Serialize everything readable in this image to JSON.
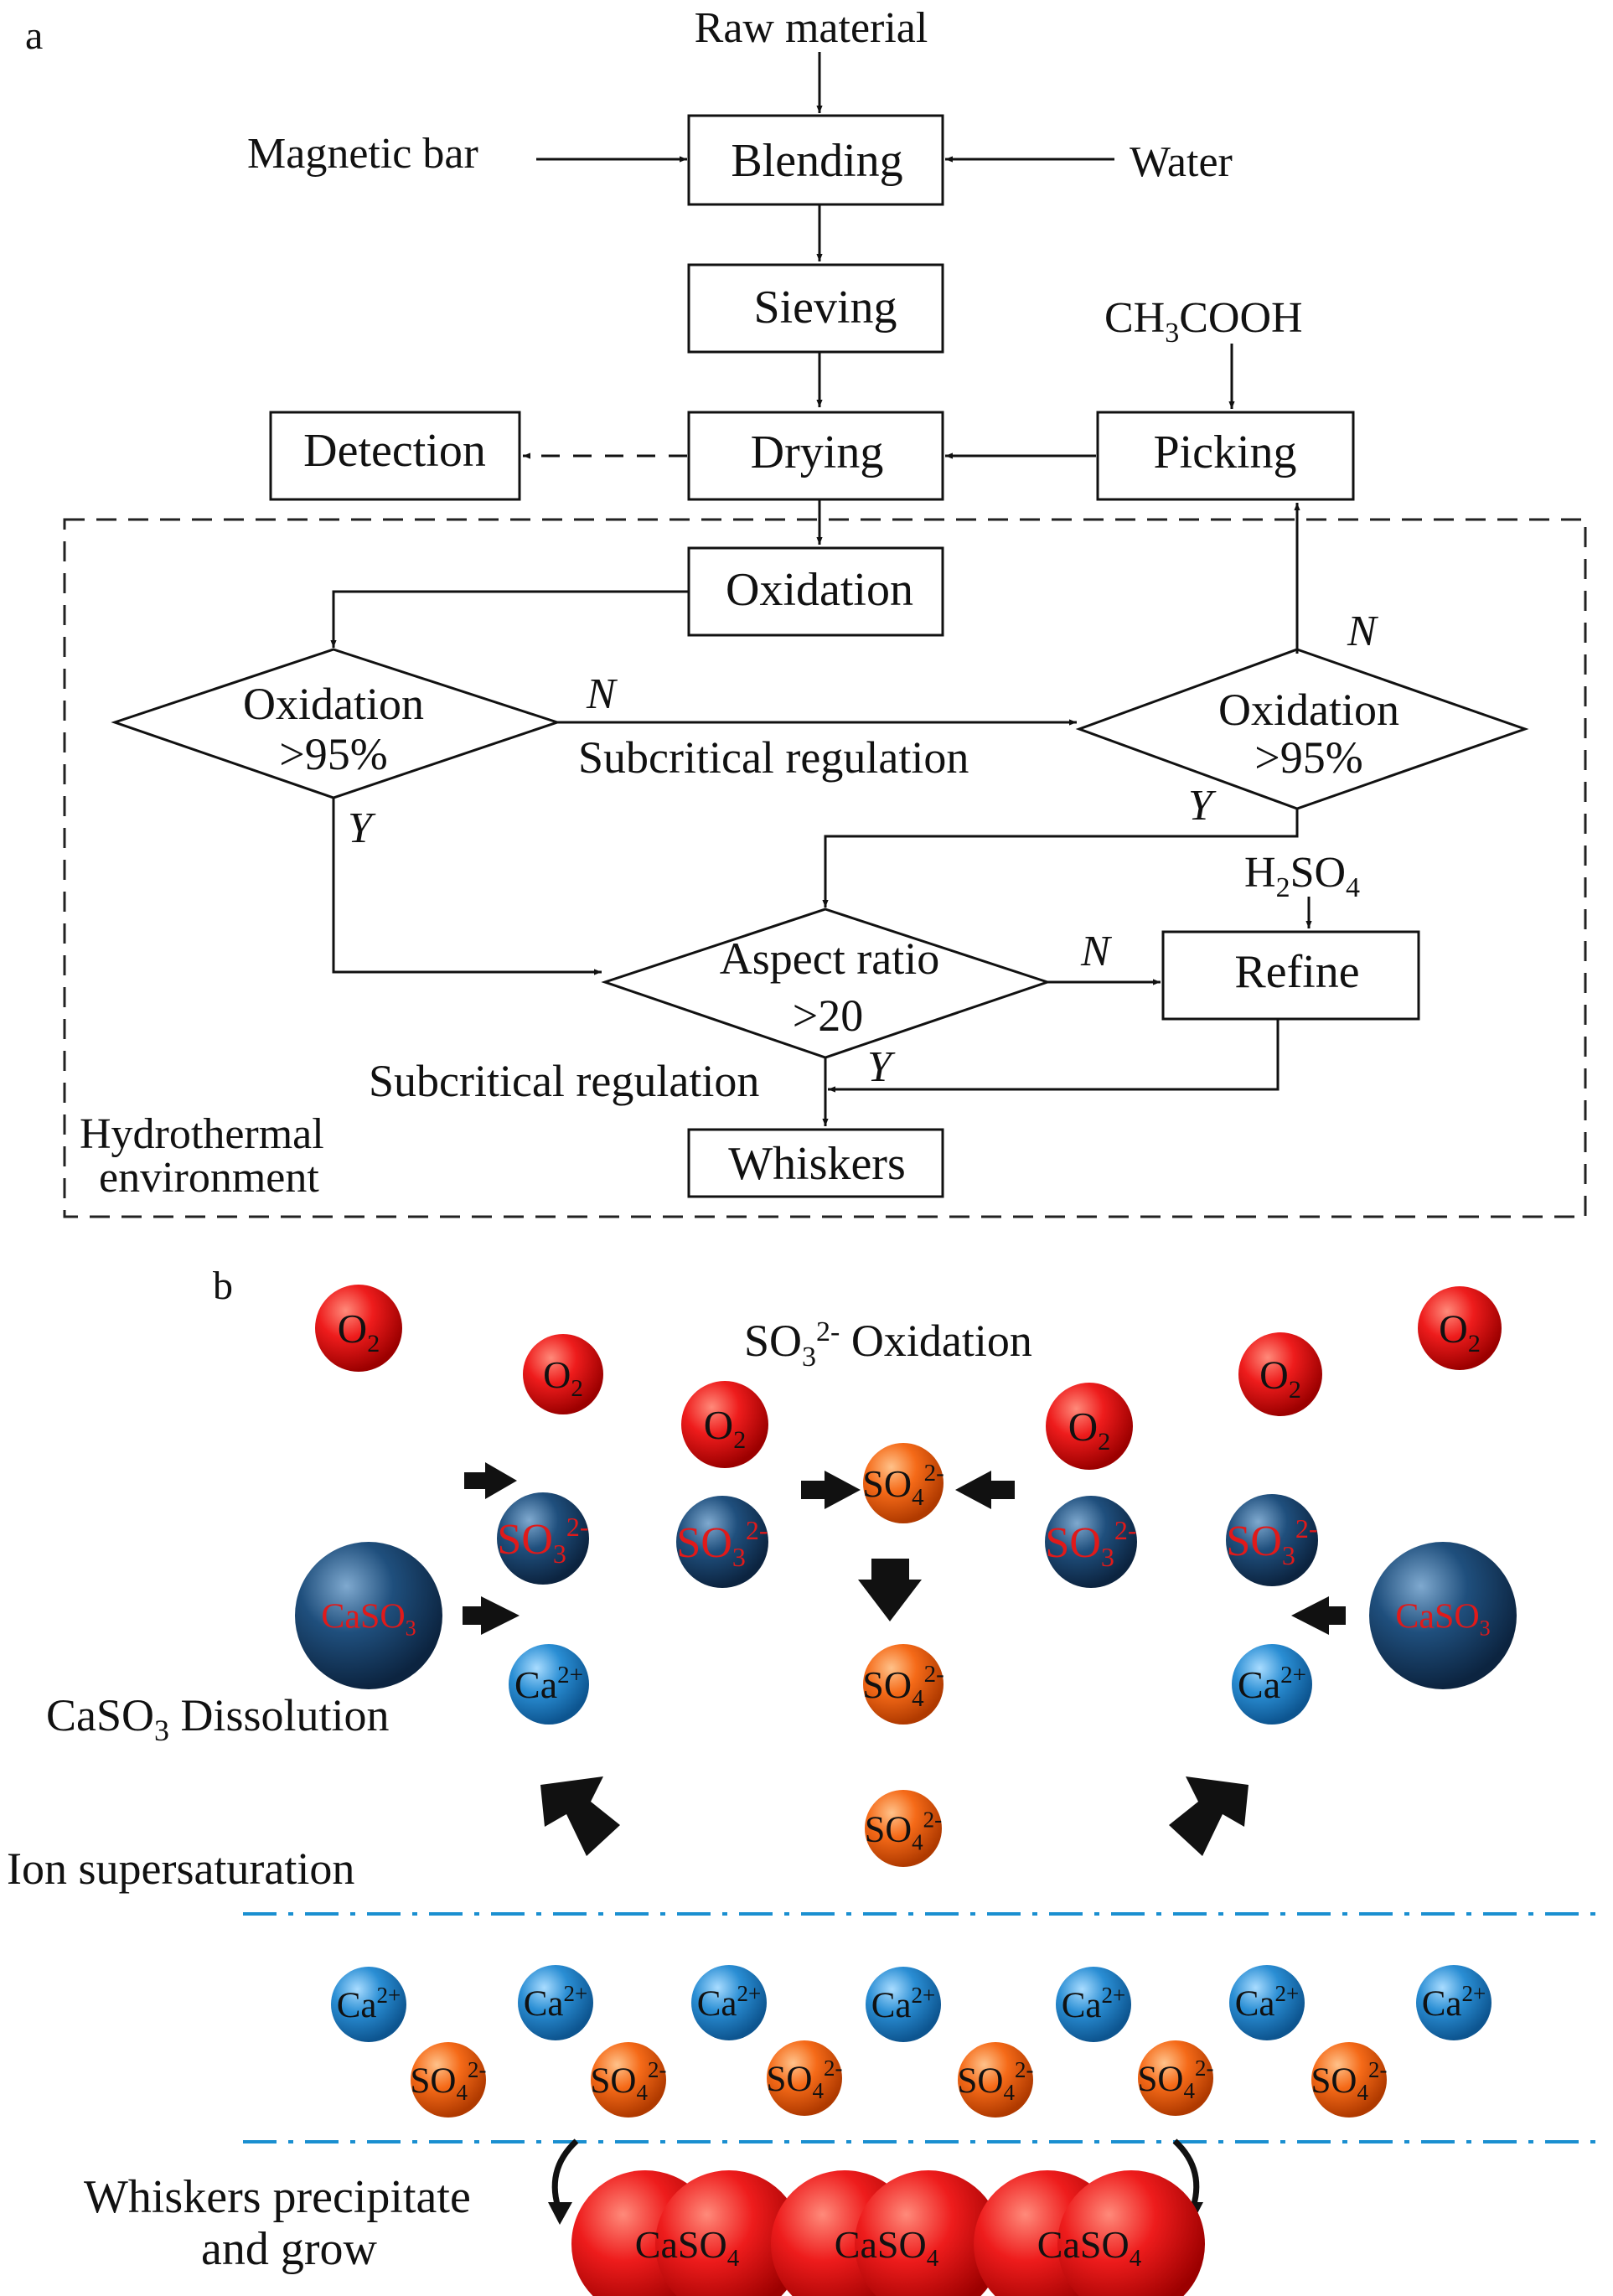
{
  "panel_a": {
    "label": "a",
    "raw_material": "Raw material",
    "magnetic_bar": "Magnetic bar",
    "water": "Water",
    "blending": "Blending",
    "sieving": "Sieving",
    "ch3cooh": {
      "a": "CH",
      "sub": "3",
      "b": "COOH"
    },
    "detection": "Detection",
    "drying": "Drying",
    "picking": "Picking",
    "oxidation_box": "Oxidation",
    "decision_1": {
      "line1": "Oxidation",
      "line2": ">95%"
    },
    "decision_2": {
      "line1": "Oxidation",
      "line2": ">95%"
    },
    "subcritical_1": "Subcritical regulation",
    "no_1": "N",
    "no_2": "N",
    "no_3": "N",
    "yes_1": "Y",
    "yes_2": "Y",
    "yes_3": "Y",
    "h2so4": {
      "a": "H",
      "sub": "2",
      "b": "SO",
      "sub2": "4"
    },
    "refine": "Refine",
    "decision_3": {
      "line1": "Aspect ratio",
      "line2": ">20"
    },
    "subcritical_2": "Subcritical regulation",
    "whiskers": "Whiskers",
    "hydrothermal": {
      "line1": "Hydrothermal",
      "line2": "environment"
    }
  },
  "panel_b": {
    "label": "b",
    "so3_oxidation": {
      "a": "SO",
      "sub": "3",
      "sup": "2-",
      "b": " Oxidation"
    },
    "caso3_dissolution": {
      "a": "CaSO",
      "sub": "3",
      "b": "  Dissolution"
    },
    "ion_supersaturation": "Ion supersaturation",
    "whiskers_precipitate": {
      "line1": "Whiskers precipitate",
      "line2": "and grow"
    },
    "ions": {
      "o2": {
        "base": "O",
        "sub": "2",
        "sup": ""
      },
      "so4": {
        "base": "SO",
        "sub": "4",
        "sup": "2-"
      },
      "so3": {
        "base": "SO",
        "sub": "3",
        "sup": "2-"
      },
      "ca": {
        "base": "Ca",
        "sub": "",
        "sup": "2+"
      },
      "caso3": {
        "base": "CaSO",
        "sub": "3",
        "sup": ""
      },
      "caso4": {
        "base": "CaSO",
        "sub": "4",
        "sup": ""
      }
    },
    "colors": {
      "oxygen": "#e41c1c",
      "sulfate": "#f26a1c",
      "sulfite": "#1f4f7d",
      "calcium": "#2f8fd0",
      "sulfite_salt": "#173e68",
      "sulfite_text": "#e01a1a",
      "guide_line": "#1a8fd0"
    }
  }
}
